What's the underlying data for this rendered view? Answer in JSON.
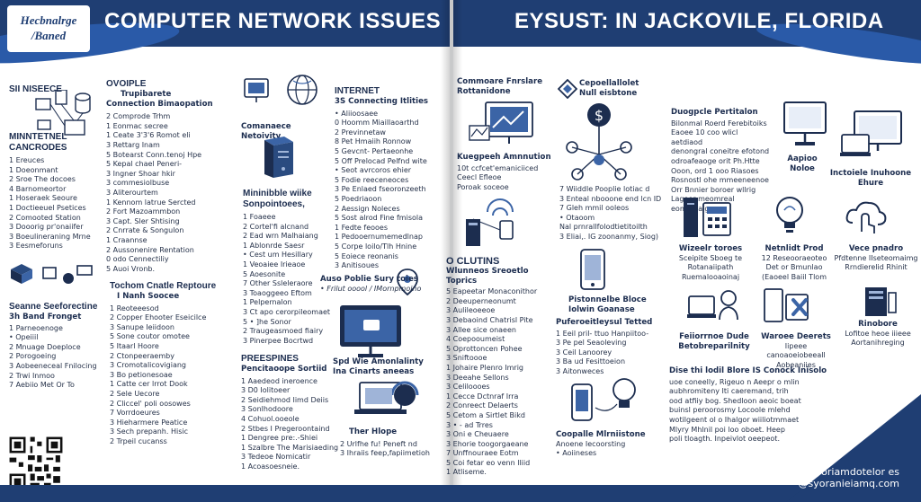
{
  "header": {
    "logo_line1": "Hecbnalrge",
    "logo_line2": "/Baned",
    "left_title": "COMPUTER NETWORK ISSUES",
    "right_title": "EYSUST: IN JACKOVILE, FLORIDA"
  },
  "sections": {
    "s1": {
      "title": "SII NISEECE"
    },
    "s2": {
      "title1": "OVOIPLE",
      "title2": "Trupibarete",
      "title3": "Connection Bimaopation",
      "items": [
        "2 Comprode Trhm",
        "1 Eonmac secree",
        "1 Ceate 3'3'6 Romot eli",
        "3 Rettarg Inam",
        "5 Botearst Conn.tenoj Hpe",
        "5 Kepal chael Peneri-",
        "3 Ingner Shoar hkir",
        "3 commesiolbuse",
        "3 Aliterourtem",
        "1 Kennom latrue Sercted",
        "2 Fort Mazoammbon",
        "3 Capt. Sler Shtising",
        "2 Cnrrate & Songulon",
        "1 Craannse",
        "2 Aussonenire Rentation",
        "0 odo Cennectiliy",
        "5 Auoi Vronb."
      ]
    },
    "s3": {
      "title1": "MINNTETNEL",
      "title2": "CANCRODES",
      "items": [
        "1 Ereuces",
        "1 Doeonmant",
        "2 Sroe The docoes",
        "4 Barnomeortor",
        "1 Hoseraek Seoure",
        "1 Doctieeuel Psetices",
        "2 Comooted Station",
        "3 Dooorig pr'onaiifer",
        "3 Boeulineraning Mrne",
        "3 Eesmeforuns"
      ]
    },
    "s4": {
      "title1": "Seanne Seeforectine",
      "title2": "3h Band Fronget",
      "items": [
        "1 Parneoenoge",
        "• Opeiiil",
        "2 Mnuage Doeploce",
        "2 Porogoeing",
        "3 Aobeeneceal Fnilocing",
        "2 Trwi Inmoo",
        "7 Aebiio Met Or To"
      ]
    },
    "s5": {
      "title1": "Tochom Cnatle Reptoure",
      "title2": "I Nanh Soocee",
      "items": [
        "1 Reoteeesod",
        "2 Copper Ehooter Eseicilce",
        "3 Sanupe Ieiidoon",
        "5 Sone coutor omotee",
        "5 Itaarl Hoore",
        "2 Ctonpeeraemby",
        "3 Cromotalicovigiang",
        "3 Bo petionesoae",
        "1 Catte cer lrrot Dook",
        "2 Sele Uecore",
        "2 Cliccel' poli oosowes",
        "7 Vorrdoeures",
        "3 Hieharmere Peatice",
        "3 Sech prepanh. Hisic",
        "2 Trpeil cucanss"
      ]
    },
    "s6": {
      "title1": "Comanaece Netoivity",
      "title2": "Mininibble wiike",
      "title3": "Sonpointoees,",
      "items": [
        "1 Foaeee",
        "2 Cortel'fi alcnand",
        "2 Ead wrn Malhaiang",
        "1 Ablonrde Saesr",
        "• Cest um Hesillary",
        "1 Veoaiee Irieaoe",
        "5 Aoesonite",
        "7 Other Ssleleraore",
        "3 Toaoggeeo Eftom",
        "1 Pelpernalon",
        "3 Ct apo cerorpileomaet",
        "5 • ]he Sonor",
        "2 Traugeasmoed fiairy",
        "3 Pinerpee Bocrtwd"
      ]
    },
    "s7": {
      "title1": "INTERNET",
      "title2": "3S  Connecting Itlities",
      "items": [
        "• Aliioosaee",
        "0 Hoomm Miaillaoarthd",
        "2 Previnnetaw",
        "8 Pet Hmaiih Ronnow",
        "5 Gevcnt- Pertaeonhe",
        "5 Off Prelocad Pelfnd wite",
        "• Seot avrcoros ehier",
        "5 Fodie reeceneoces",
        "3 Pe Enlaed fseoronzeeth",
        "5 Poedriaoon",
        "2 Aessign Noleces",
        "5 Sost alrod Fine fmisola",
        "1 Fedte feooes",
        "1 Pedooernumemedlnap",
        "5 Corpe loilo/Tlh Hnine",
        "5 Eoiece reonanis",
        "3 Anitisoues"
      ]
    },
    "s8": {
      "title1": "Auso Poblie Sury toies",
      "title2": "• Frilut ooool / IMornpmoino",
      "title3": "Spd Wie Amonlalinty",
      "title4": "Ina Cinarts aneeas"
    },
    "s9": {
      "title1": "PREESPINES",
      "title2": "Pencitaoope Sortiid",
      "items": [
        "1 Aaedeod ineroence",
        "3 D0 Iolitoeer",
        "2 Seidiehmod Iimd Deiis",
        "3 Sonlhodoore",
        "4 Cohuol.ooeole",
        "2 Stbes I Pregeroontaind",
        "1 Dengree pre:.-Shiei",
        "1 Szalbre The Marisiaeding",
        "3 Tedeoe Nomicatir",
        "1 Acoasoesneie."
      ]
    },
    "s10": {
      "title1": "Ther Hlope",
      "items": [
        "2 Urlfhe fu! Peneft nd",
        "3 Ihraiis feep,fapiimetioh"
      ]
    },
    "s11": {
      "title1": "Commoare Fnrslare",
      "title2": "Rottanidone",
      "title3": "Kuegpeeh Amnnution",
      "items": [
        "10t ccfcet'emaniciiced",
        "Ceecl Efleoe",
        "Poroak soceoe"
      ]
    },
    "s12": {
      "title1": "O CLUTINS",
      "title2": "Wlunneos Sreoetlo Toprics",
      "items": [
        "5 Eapeetar Monaconithor",
        "2 Deeuperneonumt",
        "3 Aulileoeeoe",
        "3 Debaoind Chatrisl Pite",
        "3 Allee sice onaeen",
        "4 Coepooumeist",
        "5 Oprottoncen Pohee",
        "3 Sniftoooe",
        "1 Johaire Plenro Imrig",
        "3 Deeahe Sellons",
        "3 Celiloooes",
        "1 Cecce Dctnraf Irra",
        "2 Conreect Delaerts",
        "5 Cetom a Sirtlet Bikd",
        "3 • - ad Trres",
        "3 Oni e Cheuaere",
        "3 Ehorie toogorgaeane",
        "7 Unffnouraee Eotm",
        "5 Coi fetar eo venn lliid",
        "1 Atliseme."
      ]
    },
    "s13": {
      "title1": "Cepoellallolet",
      "title2": "Null eisbtone",
      "items": [
        "7 Wiiddle Pooplie lotiac d",
        "3 Enteal nbooone end lcn ID",
        "7 Gleh mmil ooleos",
        "• Otaoom",
        "Nal prnrallfolodtietitoilth",
        "3 Eliai,. IG zoonanmy, Siog)"
      ]
    },
    "s14": {
      "title1": "Pistonnelbe Bloce",
      "title2": "Iolwin Goanase",
      "title3": "Puferoeitleysul Tetted",
      "items": [
        "1 Eeil pril- ttuo Hanpiitoo-",
        "3 Pe pel Seaoleving",
        "3 Ceil Lanoorey",
        "3 Ba ud Fesittoeion",
        "3 Aitonweces"
      ]
    },
    "s15": {
      "title1": "Coopalle Mlrniistone",
      "title2": "Anoene Iecoorsting",
      "title3": "• Aoiineses"
    },
    "s16": {
      "title1": "Duogpcle Pertitalon",
      "body": [
        "Bilonmal Roerd Ferebitoiks",
        "Eaoee 10 coo wlicl aetdiaod",
        "denongral coneitre efotond",
        "odroafeaoge orit Ph.Htte",
        "Ooon, ord 1 ooo Riasoes",
        "Rosnostl ohe mmeeneenoe",
        "Orr Bnnier boroer wllrig",
        "Lagoer meomreal eommaaig"
      ],
      "label_monitor": "Aapioo Noloe",
      "label_laptop": "Inctoiele Inuhoone Ehure"
    },
    "s17": {
      "c1_title": "Wizeelr toroes",
      "c1_body": [
        "Sceipite Sboeg te",
        "Rotanaiipath",
        "Ruemalooaoinaj"
      ],
      "c2_title": "Netnlidt Prod",
      "c2_body": [
        "12 Reseooraeoteo",
        "Det or Bmunlao",
        "(Eaoeel Baiil Tlom"
      ],
      "c3_title": "Vece pnadro",
      "c3_body": [
        "Pfdtenne IIseteomaimg",
        "Rrndierelid Rhinit"
      ]
    },
    "s18": {
      "c1_title": "Feiiorrnoe Dude",
      "c1_body": [
        "Betobreparilnity"
      ],
      "c2_title": "Waroee Deerets",
      "c2_body": [
        "Iipeee canoaoeiobeeall",
        "Aobeaniies"
      ],
      "c3_title": "Rinobore",
      "c3_body": [
        "Lofitoe heoe iiieee",
        "Aortanihreging"
      ]
    },
    "s19": {
      "title1": "Dise thi lodil Blore IS Conock Inisolo",
      "body": [
        "uoe coneelly, Rigeuo n Aeepr o mlin",
        "aubhromiteny Iti caeremand, trih",
        "ood atfiiy bog. Shedloon aeoic boeat",
        "buinsl peroorosmy Locoole mlehd",
        "wotilgeent ol o Ihalgor wiiliotmmaet",
        "Mlyry Mhlnil poi loo oboet. Heep",
        "poli tloagth. Inpeivlot oeepeot."
      ]
    },
    "footer": {
      "line1": "Wmyoriamdotelor es",
      "line2": "@syoranieiamq.com"
    }
  }
}
